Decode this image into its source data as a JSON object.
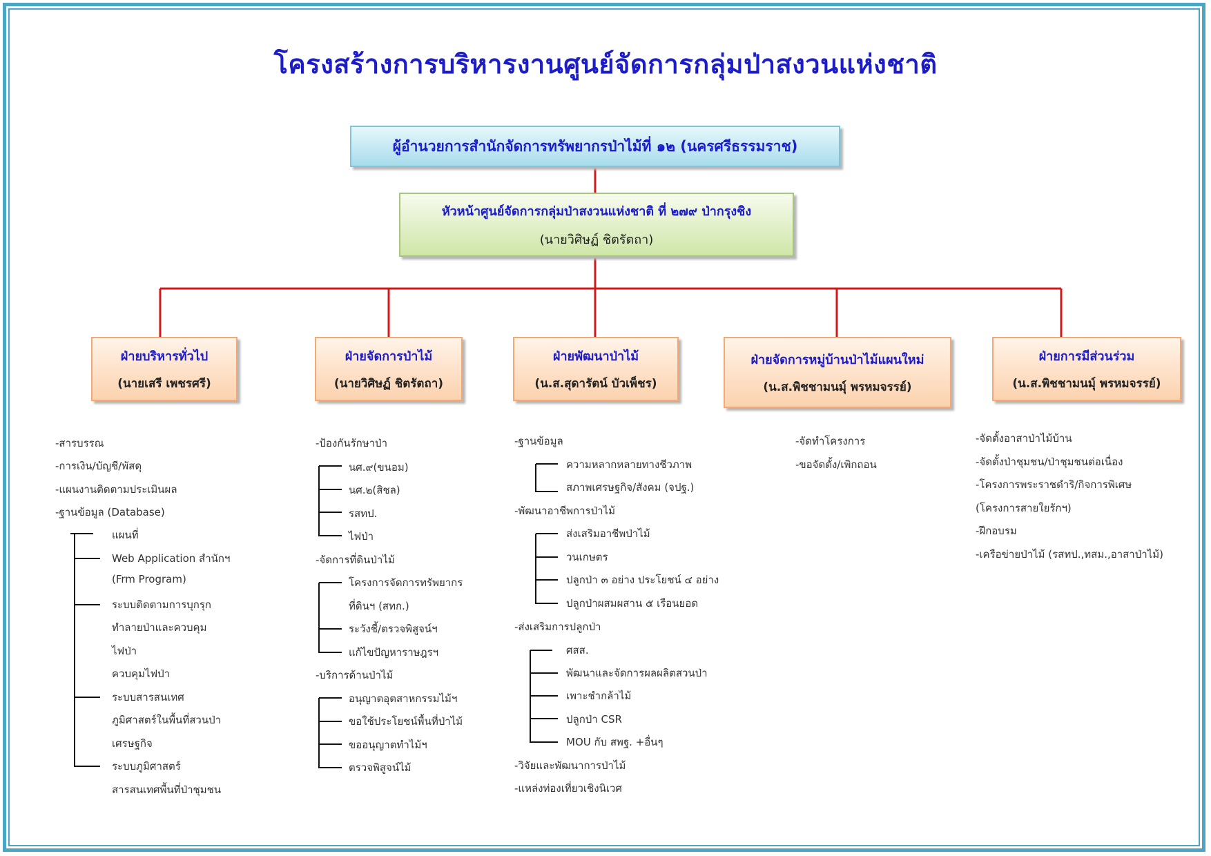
{
  "title": "โครงสร้างการบริหารงานศูนย์จัดการกลุ่มป่าสงวนแห่งชาติ",
  "director": {
    "title": "ผู้อำนวยการสำนักจัดการทรัพยากรป่าไม้ที่ ๑๒ (นครศรีธรรมราช)"
  },
  "head": {
    "title": "หัวหน้าศูนย์จัดการกลุ่มป่าสงวนแห่งชาติ ที่ ๒๗๙ ป่ากรุงชิง",
    "name": "(นายวิศิษฏ์ ชิตรัตถา)"
  },
  "departments": [
    {
      "title": "ฝ่ายบริหารทั่วไป",
      "name": "(นายเสรี เพชรศรี)"
    },
    {
      "title": "ฝ่ายจัดการป่าไม้",
      "name": "(นายวิศิษฏ์ ชิตรัตถา)"
    },
    {
      "title": "ฝ่ายพัฒนาป่าไม้",
      "name": "(น.ส.สุดารัตน์ บัวเพ็ชร)"
    },
    {
      "title": "ฝ่ายจัดการหมู่บ้านป่าไม้แผนใหม่",
      "name": "(น.ส.พิชชามนมุ์ พรหมจรรย์)"
    },
    {
      "title": "ฝ่ายการมีส่วนร่วม",
      "name": "(น.ส.พิชชามนมุ์ พรหมจรรย์)"
    }
  ],
  "col1": {
    "items": [
      "-สารบรรณ",
      "-การเงิน/บัญชี/พัสดุ",
      "-แผนงานติดตามประเมินผล",
      "-ฐานข้อมูล (Database)"
    ],
    "sub": [
      "แผนที่",
      "Web Application สำนักฯ",
      "(Frm Program)",
      "ระบบติดตามการบุกรุก",
      "ทำลายป่าและควบคุม",
      "ไฟป่า",
      "ควบคุมไฟป่า",
      "ระบบสารสนเทศ",
      "ภูมิศาสตร์ในพื้นที่สวนป่า",
      "เศรษฐกิจ",
      "ระบบภูมิศาสตร์",
      "สารสนเทศพื้นที่ป่าชุมชน"
    ]
  },
  "col2": {
    "g1": {
      "head": "-ป้องกันรักษาป่า",
      "items": [
        "นศ.๙(ขนอม)",
        "นศ.๒(สิชล)",
        "รสทป.",
        "ไฟป่า"
      ]
    },
    "g2": {
      "head": "-จัดการที่ดินป่าไม้",
      "items": [
        "โครงการจัดการทรัพยากร",
        "ที่ดินฯ (สทก.)",
        "ระวังชี้/ตรวจพิสูจน์ฯ",
        "แก้ไขปัญหาราษฎรฯ"
      ]
    },
    "g3": {
      "head": "-บริการด้านป่าไม้",
      "items": [
        "อนุญาตอุตสาหกรรมไม้ฯ",
        "ขอใช้ประโยชน์พื้นที่ป่าไม้",
        "ขออนุญาตทำไม้ฯ",
        "ตรวจพิสูจน์ไม้"
      ]
    }
  },
  "col3": {
    "g1": {
      "head": "-ฐานข้อมูล",
      "items": [
        "ความหลากหลายทางชีวภาพ",
        "สภาพเศรษฐกิจ/สังคม (จปฐ.)"
      ]
    },
    "g2": {
      "head": "-พัฒนาอาชีพการป่าไม้",
      "items": [
        "ส่งเสริมอาชีพป่าไม้",
        "วนเกษตร",
        "ปลูกป่า ๓ อย่าง ประโยชน์ ๔ อย่าง",
        "ปลูกป่าผสมผสาน ๕ เรือนยอด"
      ]
    },
    "g3": {
      "head": "-ส่งเสริมการปลูกป่า",
      "items": [
        "ศสส.",
        "พัฒนาและจัดการผลผลิตสวนป่า",
        "เพาะชำกล้าไม้",
        "ปลูกป่า CSR",
        "MOU กับ สพฐ. +อื่นๆ"
      ]
    },
    "tail": [
      "-วิจัยและพัฒนาการป่าไม้",
      "-แหล่งท่องเที่ยวเชิงนิเวศ"
    ]
  },
  "col4": {
    "items": [
      "-จัดทำโครงการ",
      "-ขอจัดตั้ง/เพิกถอน"
    ]
  },
  "col5": {
    "items": [
      "-จัดตั้งอาสาป่าไม้บ้าน",
      "-จัดตั้งป่าชุมชน/ป่าชุมชนต่อเนื่อง",
      "-โครงการพระราชดำริ/กิจการพิเศษ",
      " (โครงการสายใยรักฯ)",
      "-ฝึกอบรม",
      "-เครือข่ายป่าไม้ (รสทป.,ทสม.,อาสาป่าไม้)"
    ]
  },
  "colors": {
    "title": "#1c1cc8",
    "connector": "#d01818",
    "frame": "#4aa6c4"
  }
}
